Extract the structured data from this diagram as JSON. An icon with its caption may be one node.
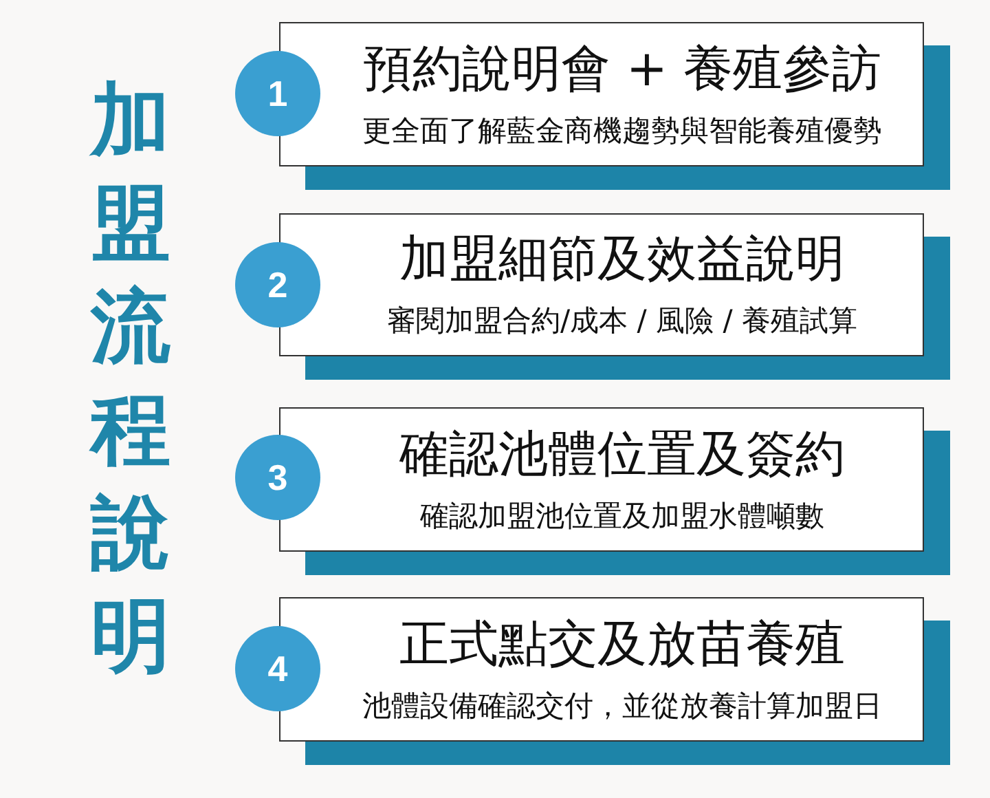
{
  "diagram": {
    "title": "加盟流程說明",
    "nodes": [
      {
        "text": [
          "1"
        ]
      },
      {
        "text": [
          "預約說明會 + 養殖參訪",
          "更全面了解藍金商機趨勢與智能養殖優勢"
        ]
      },
      {
        "text": [
          "2"
        ]
      },
      {
        "text": [
          "加盟細節及效益說明",
          "審閱加盟合約/成本 / 風險 / 養殖試算"
        ]
      },
      {
        "text": [
          "3"
        ]
      },
      {
        "text": [
          "確認池體位置及簽約",
          "確認加盟池位置及加盟水體噸數"
        ]
      },
      {
        "text": [
          "4"
        ]
      },
      {
        "text": [
          "正式點交及放苗養殖",
          "池體設備確認交付，並從放養計算加盟日"
        ]
      }
    ]
  }
}
